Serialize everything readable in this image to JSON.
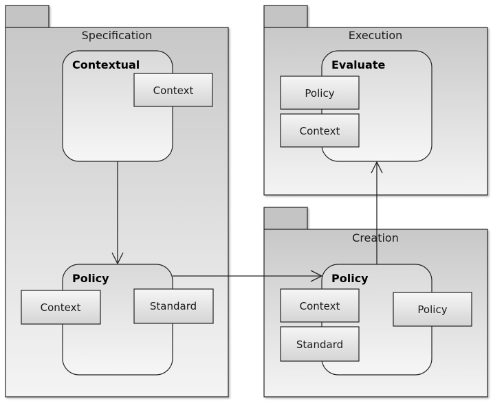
{
  "packages": {
    "specification": "Specification",
    "execution": "Execution",
    "creation": "Creation"
  },
  "activities": {
    "contextual": {
      "title": "Contextual",
      "pins": [
        "Context"
      ]
    },
    "spec_policy": {
      "title": "Policy",
      "pins": [
        "Context",
        "Standard"
      ]
    },
    "evaluate": {
      "title": "Evaluate",
      "pins": [
        "Policy",
        "Context"
      ]
    },
    "creation_policy": {
      "title": "Policy",
      "pins": [
        "Context",
        "Standard",
        "Policy"
      ]
    }
  },
  "colors": {
    "package_top": "#c8c8c8",
    "package_bottom": "#f4f4f4",
    "activity_top": "#d9d9d9",
    "activity_bottom": "#f6f6f6",
    "pin_top": "#f6f6f6",
    "pin_bottom": "#d4d4d4",
    "line": "#222222"
  }
}
